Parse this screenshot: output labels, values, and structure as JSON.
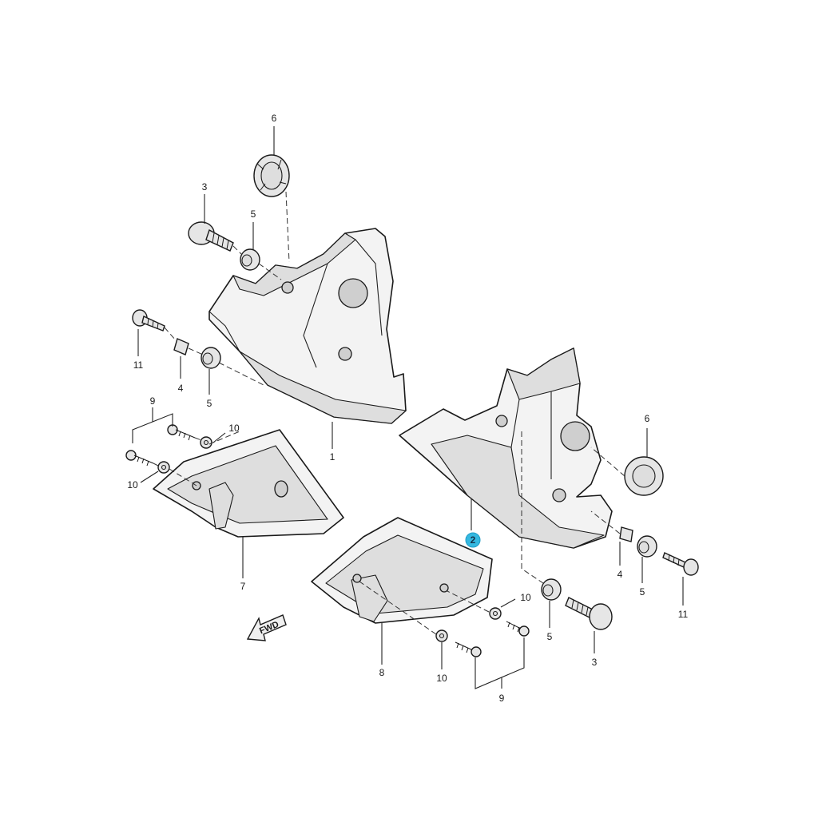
{
  "callouts": {
    "c1": "1",
    "c2": "2",
    "c3a": "3",
    "c3b": "3",
    "c4a": "4",
    "c4b": "4",
    "c5a": "5",
    "c5b": "5",
    "c5c": "5",
    "c5d": "5",
    "c6a": "6",
    "c6b": "6",
    "c7": "7",
    "c8": "8",
    "c9a": "9",
    "c9b": "9",
    "c10a": "10",
    "c10b": "10",
    "c10c": "10",
    "c10d": "10",
    "c11a": "11",
    "c11b": "11"
  },
  "direction_label": "FWD",
  "colors": {
    "highlight": "#35b8e0",
    "line": "#1a1a1a",
    "fill": "#f3f3f3"
  }
}
